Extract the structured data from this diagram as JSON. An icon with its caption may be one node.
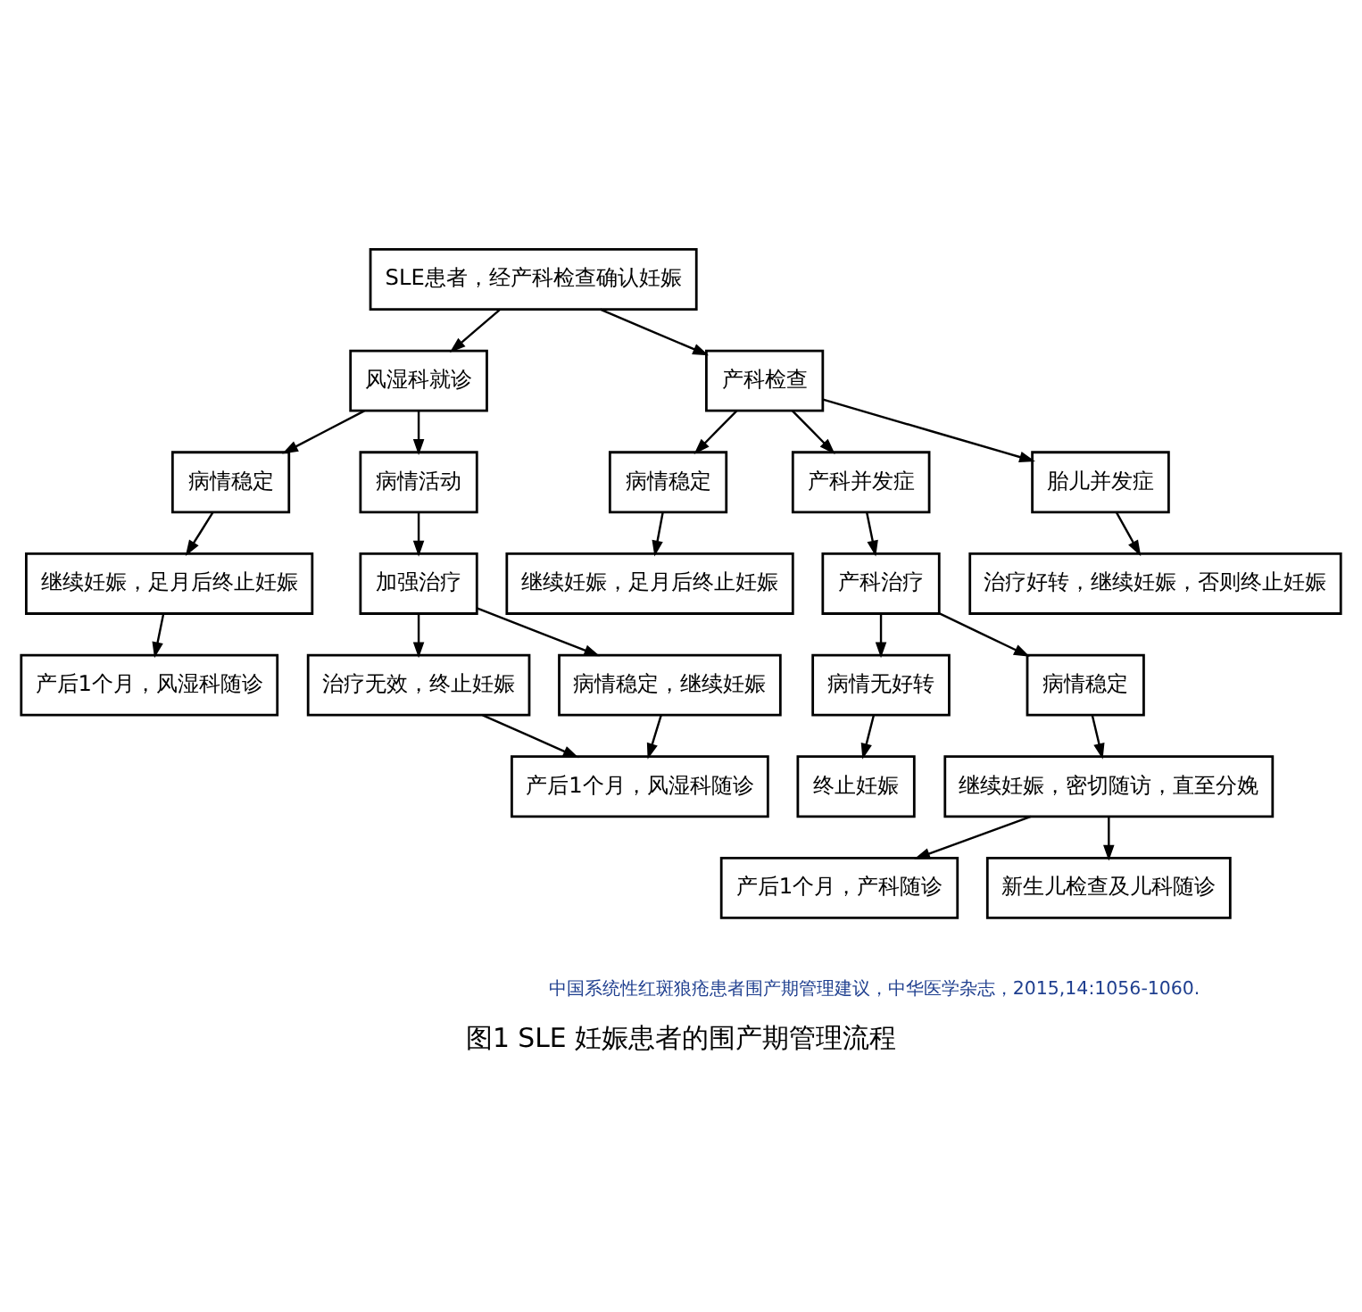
{
  "diagram": {
    "caption": "图1 SLE 妊娠患者的围产期管理流程",
    "nodes": [
      {
        "text": [
          "SLE患者，经产科检查确认妊娠"
        ]
      },
      {
        "text": [
          "风湿科就诊"
        ]
      },
      {
        "text": [
          "产科检查"
        ]
      },
      {
        "text": [
          "病情稳定"
        ]
      },
      {
        "text": [
          "继续妊娠，足月后终止妊娠"
        ]
      },
      {
        "text": [
          "产后1个月，风湿科随诊"
        ]
      },
      {
        "text": [
          "病情活动"
        ]
      },
      {
        "text": [
          "加强治疗"
        ]
      },
      {
        "text": [
          "治疗无效，终止妊娠"
        ]
      },
      {
        "text": [
          "病情稳定，继续妊娠"
        ]
      },
      {
        "text": [
          "产后1个月，风湿科随诊"
        ]
      },
      {
        "text": [
          "病情稳定"
        ]
      },
      {
        "text": [
          "产科并发症"
        ]
      },
      {
        "text": [
          "胎儿并发症"
        ]
      },
      {
        "text": [
          "继续妊娠，足月后终止妊娠"
        ]
      },
      {
        "text": [
          "产科治疗"
        ]
      },
      {
        "text": [
          "治疗好转，继续妊娠，否则终止妊娠"
        ]
      },
      {
        "text": [
          "病情无好转"
        ]
      },
      {
        "text": [
          "病情稳定"
        ]
      },
      {
        "text": [
          "终止妊娠"
        ]
      },
      {
        "text": [
          "继续妊娠，密切随访，直至分娩"
        ]
      },
      {
        "text": [
          "产后1个月，产科随诊"
        ]
      },
      {
        "text": [
          "新生儿检查及儿科随诊"
        ]
      }
    ],
    "edges": [
      {
        "from": 0,
        "to": 1,
        "arrow": "to"
      },
      {
        "from": 0,
        "to": 2,
        "arrow": "to"
      },
      {
        "from": 1,
        "to": 3,
        "arrow": "to"
      },
      {
        "from": 1,
        "to": 6,
        "arrow": "to"
      },
      {
        "from": 3,
        "to": 4,
        "arrow": "to"
      },
      {
        "from": 4,
        "to": 5,
        "arrow": "to"
      },
      {
        "from": 6,
        "to": 7,
        "arrow": "to"
      },
      {
        "from": 7,
        "to": 8,
        "arrow": "to"
      },
      {
        "from": 7,
        "to": 9,
        "arrow": "to"
      },
      {
        "from": 8,
        "to": 10,
        "arrow": "to"
      },
      {
        "from": 9,
        "to": 10,
        "arrow": "to"
      },
      {
        "from": 2,
        "to": 11,
        "arrow": "to"
      },
      {
        "from": 2,
        "to": 12,
        "arrow": "to"
      },
      {
        "from": 2,
        "to": 13,
        "arrow": "to"
      },
      {
        "from": 11,
        "to": 14,
        "arrow": "to"
      },
      {
        "from": 12,
        "to": 15,
        "arrow": "to"
      },
      {
        "from": 13,
        "to": 16,
        "arrow": "to"
      },
      {
        "from": 15,
        "to": 17,
        "arrow": "to"
      },
      {
        "from": 15,
        "to": 18,
        "arrow": "to"
      },
      {
        "from": 17,
        "to": 19,
        "arrow": "to"
      },
      {
        "from": 18,
        "to": 20,
        "arrow": "to"
      },
      {
        "from": 20,
        "to": 21,
        "arrow": "to"
      },
      {
        "from": 20,
        "to": 22,
        "arrow": "to"
      }
    ],
    "labels": [
      "中国系统性红斑狼疮患者围产期管理建议，中华医学杂志，2015,14:1056-1060."
    ]
  }
}
